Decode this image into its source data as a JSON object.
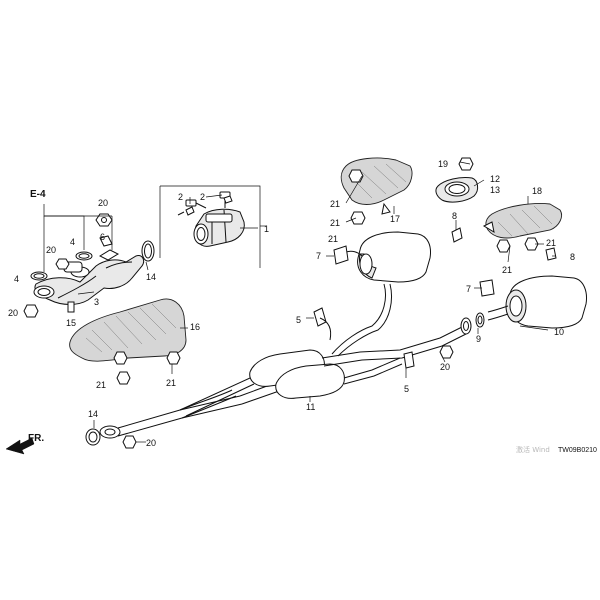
{
  "diagram": {
    "section_ref": "E-4",
    "direction_label": "FR.",
    "drawing_code": "TW09B0210",
    "watermark": "激活 Wind",
    "callouts": {
      "c1": "1",
      "c2a": "2",
      "c2b": "2",
      "c3": "3",
      "c4a": "4",
      "c4b": "4",
      "c5a": "5",
      "c5b": "5",
      "c6": "6",
      "c7a": "7",
      "c7b": "7",
      "c8a": "8",
      "c8b": "8",
      "c9": "9",
      "c10": "10",
      "c11": "11",
      "c12": "12",
      "c13": "13",
      "c14a": "14",
      "c14b": "14",
      "c15": "15",
      "c16": "16",
      "c17": "17",
      "c18": "18",
      "c19": "19",
      "c20a": "20",
      "c20b": "20",
      "c20c": "20",
      "c20d": "20",
      "c20e": "20",
      "c21a": "21",
      "c21b": "21",
      "c21c": "21",
      "c21d": "21",
      "c21e": "21",
      "c21f": "21",
      "c21g": "21"
    }
  }
}
